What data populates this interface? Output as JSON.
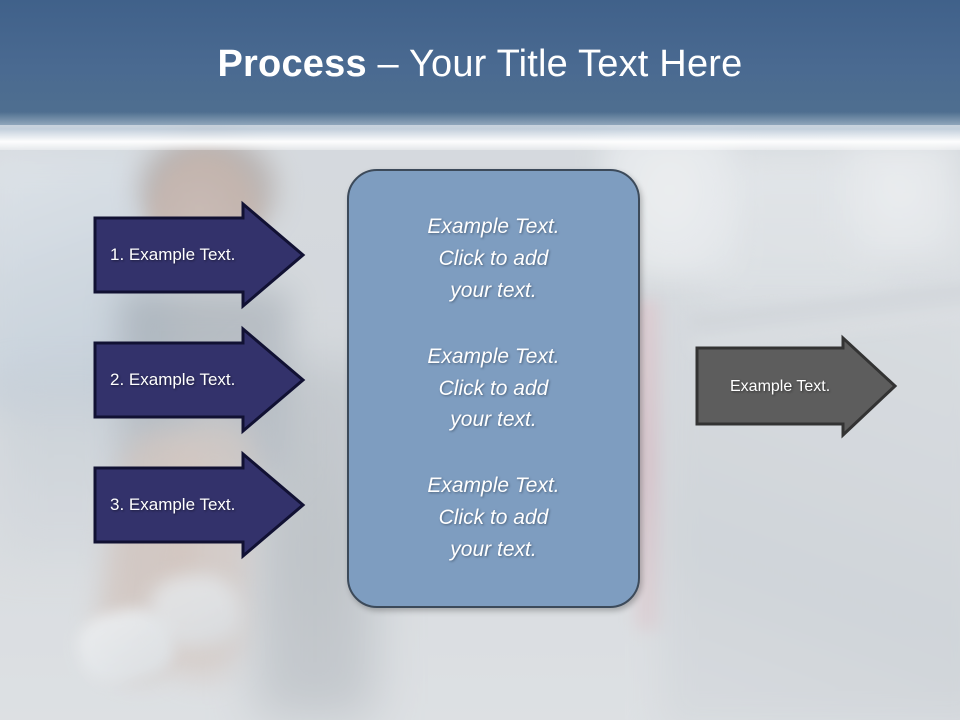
{
  "slide": {
    "title": {
      "bold_part": "Process",
      "rest_part": " – Your Title Text Here",
      "full": "Process – Your Title Text Here"
    },
    "colors": {
      "banner_top": "#40618a",
      "banner_bottom": "#50708f",
      "blue_arrow_fill": "#33326b",
      "blue_arrow_outline": "#111133",
      "gray_arrow_fill": "#5d5d5d",
      "gray_arrow_outline": "#333333",
      "center_box_fill": "#7e9dc0",
      "center_box_outline": "#3c4a5a",
      "text_white": "#ffffff",
      "background_wash": "#d8dce0"
    },
    "left_arrows": [
      {
        "label": "1. Example Text.",
        "icon": "right-arrow-icon"
      },
      {
        "label": "2. Example Text.",
        "icon": "right-arrow-icon"
      },
      {
        "label": "3. Example Text.",
        "icon": "right-arrow-icon"
      }
    ],
    "center_box": {
      "paragraphs": [
        "Example Text.\nClick  to add\nyour text.",
        "Example Text.\nClick  to add\nyour text.",
        "Example Text.\nClick  to add\nyour text."
      ]
    },
    "right_arrow": {
      "label": "Example Text.",
      "icon": "right-arrow-icon"
    },
    "background": {
      "description": "faded photograph of a woman seated in a limousine interior"
    }
  }
}
